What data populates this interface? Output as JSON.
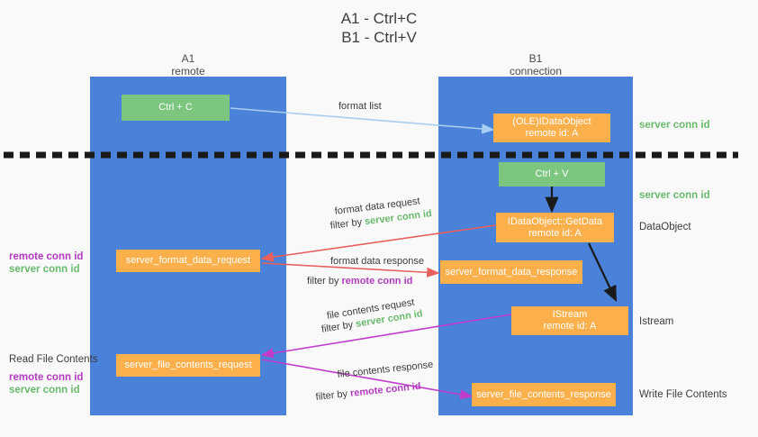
{
  "title": "A1 - Ctrl+C\nB1 - Ctrl+V",
  "lanes": [
    {
      "name": "A1",
      "sub": "remote"
    },
    {
      "name": "B1",
      "sub": "connection"
    }
  ],
  "nodes": {
    "ctrl_c": "Ctrl + C",
    "ole_dataobject": "(OLE)IDataObject\nremote id: A",
    "ctrl_v": "Ctrl + V",
    "getdata": "IDataObject::GetData\nremote id: A",
    "server_format_data_request": "server_format_data_request",
    "server_format_data_response": "server_format_data_response",
    "istream": "IStream\nremote id: A",
    "server_file_contents_request": "server_file_contents_request",
    "server_file_contents_response": "server_file_contents_response"
  },
  "edges": {
    "format_list": "format list",
    "format_data_request": "format data request",
    "format_data_request_filter_prefix": "filter by ",
    "format_data_request_filter_key": "server conn id",
    "format_data_response": "format data response",
    "format_data_response_filter_prefix": "filter by ",
    "format_data_response_filter_key": "remote conn id",
    "file_contents_request": "file contents request",
    "file_contents_request_filter_prefix": "filter by ",
    "file_contents_request_filter_key": "server conn id",
    "file_contents_response": "file contents response",
    "file_contents_response_filter_prefix": "filter by ",
    "file_contents_response_filter_key": "remote conn id"
  },
  "right_labels": {
    "server_conn_id_top": "server conn id",
    "server_conn_id_mid": "server conn id",
    "dataobject": "DataObject",
    "istream": "Istream",
    "write_file_contents": "Write File Contents"
  },
  "left_labels": {
    "remote_conn_id_mid": "remote conn id",
    "server_conn_id_mid": "server conn id",
    "read_file_contents": "Read File Contents",
    "remote_conn_id_bottom": "remote conn id",
    "server_conn_id_bottom": "server conn id"
  },
  "colors": {
    "lane_blue": "#4a81d9",
    "node_green": "#7cc67f",
    "node_orange": "#fbb04c",
    "accent_green": "#6aba6d",
    "accent_purple": "#b23bbf",
    "arrow_light_blue": "#a9cdf0",
    "arrow_red": "#e8605d",
    "arrow_magenta": "#c13ccb",
    "arrow_black": "#1a1a1a",
    "background": "#f9f9f9"
  }
}
